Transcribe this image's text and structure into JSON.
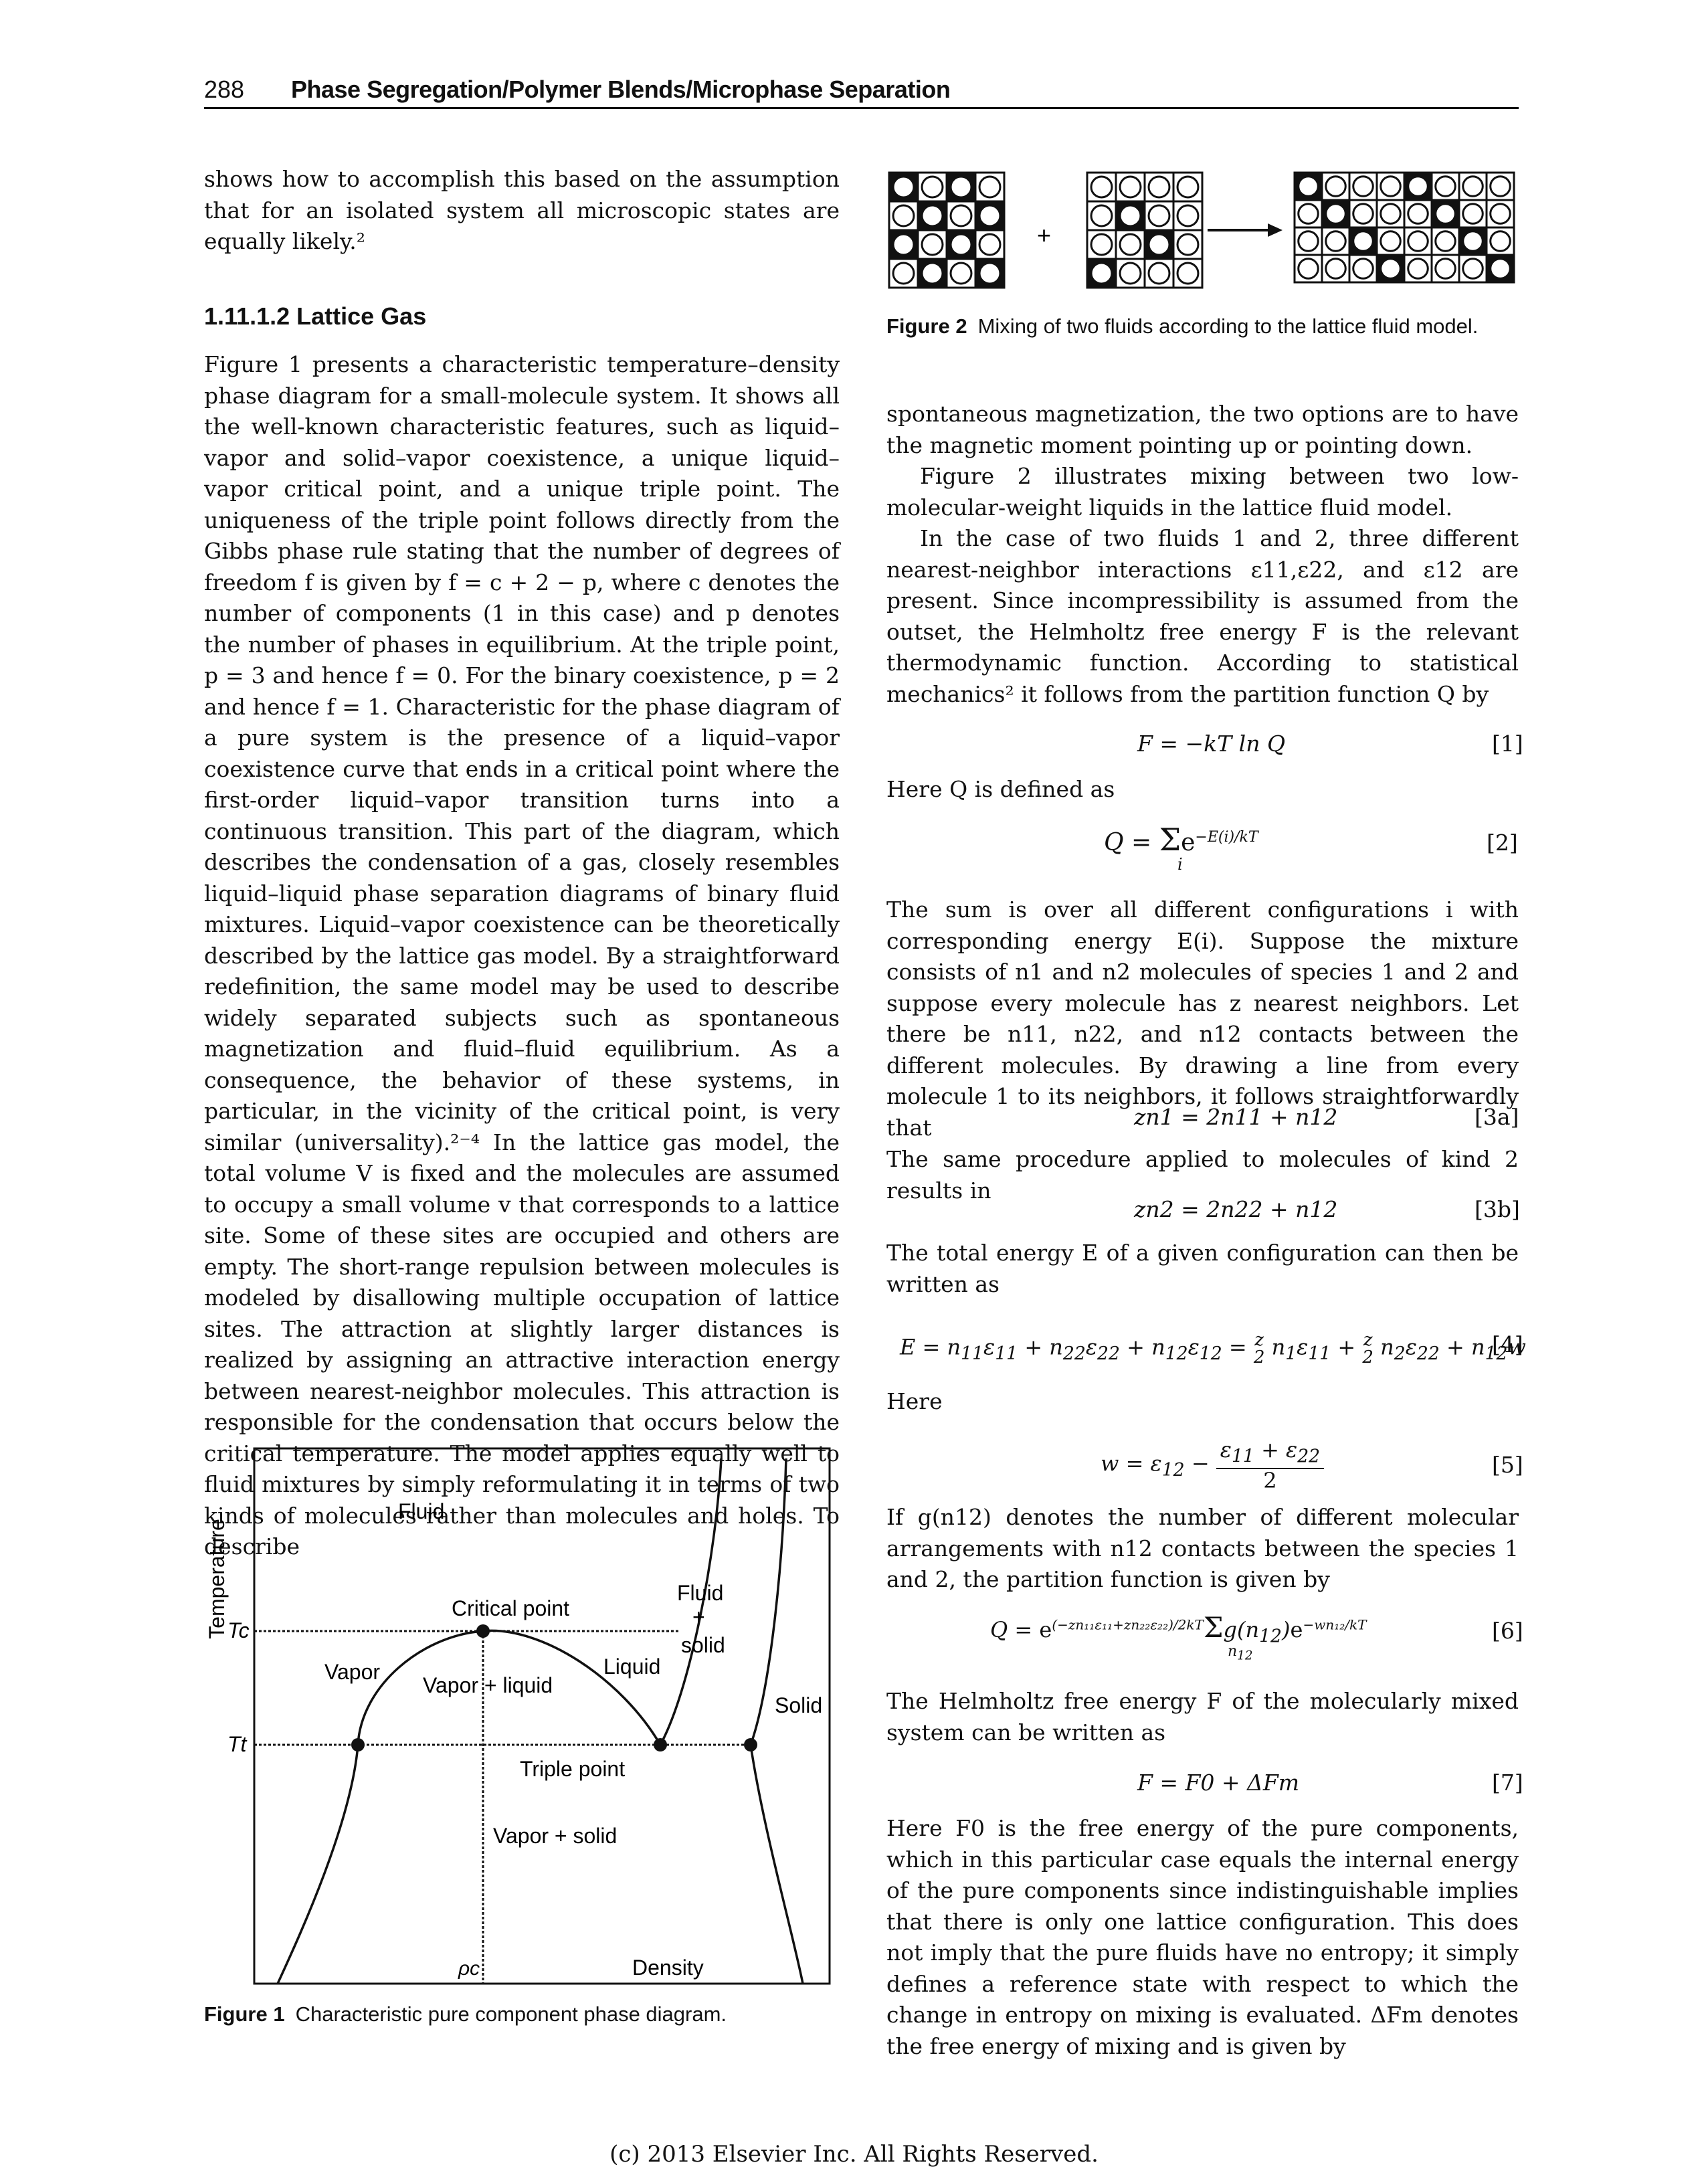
{
  "header": {
    "page_number": "288",
    "title": "Phase Segregation/Polymer Blends/Microphase Separation"
  },
  "left_intro": "shows how to accomplish this based on the assumption that for an isolated system all microscopic states are equally likely.²",
  "section_heading": "1.11.1.2   Lattice Gas",
  "left_body": "Figure 1 presents a characteristic temperature–density phase diagram for a small-molecule system. It shows all the well-known characteristic features, such as liquid–vapor and solid–vapor coexistence, a unique liquid–vapor critical point, and a unique triple point. The uniqueness of the triple point follows directly from the Gibbs phase rule stating that the number of degrees of freedom f is given by f = c + 2 − p, where c denotes the number of components (1 in this case) and p denotes the number of phases in equilibrium. At the triple point, p = 3 and hence f = 0. For the binary coexistence, p = 2 and hence f = 1. Characteristic for the phase diagram of a pure system is the presence of a liquid–vapor coexistence curve that ends in a critical point where the first-order liquid–vapor transition turns into a continuous transition. This part of the diagram, which describes the condensation of a gas, closely resembles liquid–liquid phase separation diagrams of binary fluid mixtures. Liquid–vapor coexistence can be theoretically described by the lattice gas model. By a straightforward redefinition, the same model may be used to describe widely separated subjects such as spontaneous magnetization and fluid–fluid equilibrium. As a consequence, the behavior of these systems, in particular, in the vicinity of the critical point, is very similar (universality).²⁻⁴ In the lattice gas model, the total volume V is fixed and the molecules are assumed to occupy a small volume v that corresponds to a lattice site. Some of these sites are occupied and others are empty. The short-range repulsion between molecules is modeled by disallowing multiple occupation of lattice sites. The attraction at slightly larger distances is realized by assigning an attractive interaction energy between nearest-neighbor molecules. This attraction is responsible for the condensation that occurs below the critical temperature. The model applies equally well to fluid mixtures by simply reformulating it in terms of two kinds of molecules rather than molecules and holes. To describe",
  "figure1": {
    "ylabel": "Temperature",
    "xlabel": "Density",
    "tick_tc": "Tc",
    "tick_tt": "Tt",
    "tick_pc": "ρc",
    "regions": {
      "fluid": "Fluid",
      "critical_point": "Critical point",
      "fluid_solid_1": "Fluid",
      "fluid_solid_2": "+",
      "fluid_solid_3": "solid",
      "vapor": "Vapor",
      "vapor_liquid": "Vapor + liquid",
      "liquid": "Liquid",
      "solid": "Solid",
      "triple_point": "Triple point",
      "vapor_solid": "Vapor + solid"
    },
    "caption_label": "Figure 1",
    "caption": "Characteristic pure component phase diagram."
  },
  "figure2": {
    "plus": "+",
    "caption_label": "Figure 2",
    "caption": "Mixing of two fluids according to the lattice fluid model."
  },
  "right_p1": "spontaneous magnetization, the two options are to have the magnetic moment pointing up or pointing down.",
  "right_p2": "Figure 2 illustrates mixing between two low-molecular-weight liquids in the lattice fluid model.",
  "right_p3": "In the case of two fluids 1 and 2, three different nearest-neighbor interactions ε11,ε22, and ε12 are present. Since incompressibility is assumed from the outset, the Helmholtz free energy F is the relevant thermodynamic function. According to statistical mechanics² it follows from the partition function Q by",
  "eq1": "F = −kT ln Q",
  "eq1_num": "[1]",
  "text_q": "Here Q is defined as",
  "eq2_num": "[2]",
  "right_p4": "The sum is over all different configurations i with corresponding energy E(i). Suppose the mixture consists of n1 and n2 molecules of species 1 and 2 and suppose every molecule has z nearest neighbors. Let there be n11, n22, and n12 contacts between the different molecules. By drawing a line from every molecule 1 to its neighbors, it follows straightforwardly that",
  "eq3a": "zn1 = 2n11 + n12",
  "eq3a_num": "[3a]",
  "text_3b": "The same procedure applied to molecules of kind 2 results in",
  "eq3b": "zn2 = 2n22 + n12",
  "eq3b_num": "[3b]",
  "text_4": "The total energy E of a given configuration can then be written as",
  "eq4_num": "[4]",
  "text_here": "Here",
  "eq5_num": "[5]",
  "right_p5": "If g(n12) denotes the number of different molecular arrangements with n12 contacts between the species 1 and 2, the partition function is given by",
  "eq6_num": "[6]",
  "text_7": "The Helmholtz free energy F of the molecularly mixed system can be written as",
  "eq7": "F = F0 + ΔFm",
  "eq7_num": "[7]",
  "right_p6": "Here F0 is the free energy of the pure components, which in this particular case equals the internal energy of the pure components since indistinguishable implies that there is only one lattice configuration. This does not imply that the pure fluids have no entropy; it simply defines a reference state with respect to which the change in entropy on mixing is evaluated. ΔFm denotes the free energy of mixing and is given by",
  "footer": "(c) 2013 Elsevier Inc. All Rights Reserved."
}
